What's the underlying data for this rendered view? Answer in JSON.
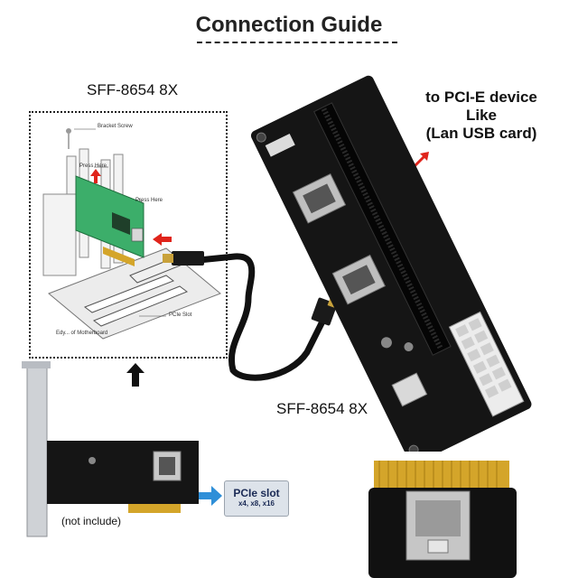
{
  "title": "Connection Guide",
  "labels": {
    "top_connector": "SFF-8654 8X",
    "bottom_connector": "SFF-8654 8X",
    "pcie_device_line1": "to PCI-E device",
    "pcie_device_line2": "Like",
    "pcie_device_line3": "(Lan USB card)",
    "not_include": "(not include)"
  },
  "guide": {
    "bracket_screw": "Bracket Screw",
    "press_here_1": "Press Here",
    "press_here_2": "Press Here",
    "pcie_slot": "PCIe Slot",
    "motherboard": "Edy... of Motherboard"
  },
  "slot_badge": {
    "title": "PCIe slot",
    "subtitle": "x4, x8, x16"
  },
  "colors": {
    "arrow_red": "#e0241b",
    "arrow_blue": "#2f8fd8",
    "pcb_black": "#151515",
    "card_green": "#3cae6a"
  }
}
